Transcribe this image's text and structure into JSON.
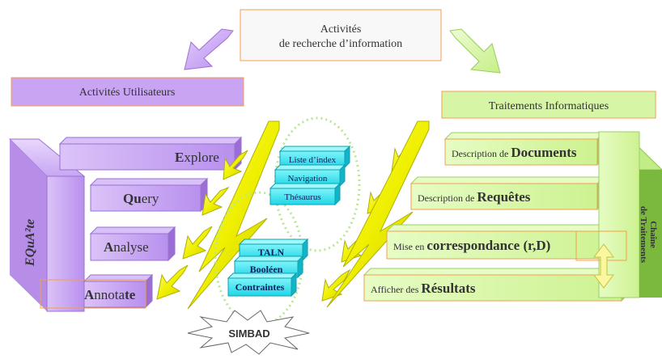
{
  "top_box": {
    "line1": "Activités",
    "line2": "de recherche d’information"
  },
  "user_activities": {
    "title": "Activités Utilisateurs"
  },
  "it_processing": {
    "title": "Traitements Informatiques"
  },
  "equate": {
    "label": "EQuA²te"
  },
  "user_steps": [
    {
      "initial": "E",
      "rest": "xplore"
    },
    {
      "initial": "Qu",
      "rest": "ery"
    },
    {
      "initial": "A",
      "rest": "nalyse"
    },
    {
      "initial": "A",
      "rest": "nnota",
      "suffix": "te"
    }
  ],
  "index_tools": [
    "Liste d’index",
    "Navigation",
    "Thésaurus"
  ],
  "nlp_tools": [
    "TALN",
    "Booléen",
    "Contraintes"
  ],
  "simbad": {
    "label": "SIMBAD"
  },
  "it_steps": [
    {
      "prefix": "Description de ",
      "bold": "Documents"
    },
    {
      "prefix": "Description de ",
      "bold": "Requêtes"
    },
    {
      "prefix": "Mise en ",
      "bold": "correspondance (r,D)"
    },
    {
      "prefix": "Afficher des ",
      "bold": "Résultats"
    }
  ],
  "chain": {
    "line1": "Chaîne",
    "line2": "de Traitements"
  },
  "colors": {
    "purple": "#c8a0f0",
    "purple_dark": "#9664c8",
    "green": "#d4f5a0",
    "green_dark": "#8cc850",
    "cyan": "#33e6f0",
    "yellow": "#f0f000",
    "orange": "#f5a040"
  }
}
